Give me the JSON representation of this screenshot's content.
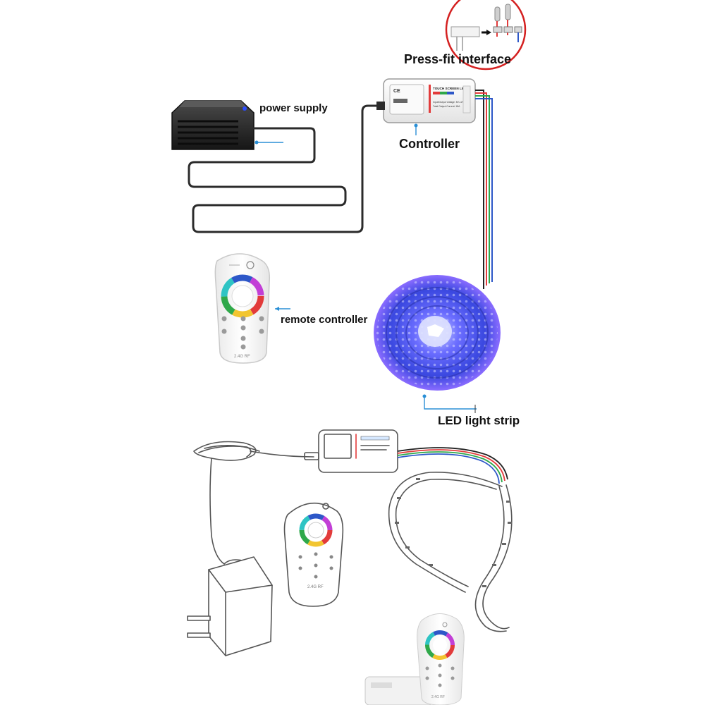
{
  "labels": {
    "press_fit": "Press-fit interface",
    "power_supply": "power supply",
    "controller": "Controller",
    "remote_controller": "remote controller",
    "led_strip": "LED light strip"
  },
  "device_text": {
    "controller_title": "TOUCH SCREEN LED",
    "controller_line1": "Input/Output Voltage: 5V-12V-24V",
    "controller_line2": "Total Output Current: 18A",
    "ce_mark": "CE",
    "remote_brand": "2.4G RF"
  },
  "colors": {
    "pointer": "#2a8fd6",
    "power_led": "#2b4cff",
    "callout_ring": "#d42020",
    "wire_red": "#e23b3b",
    "wire_green": "#2fa84a",
    "wire_blue": "#2d57c8",
    "wire_black": "#222222",
    "strip_glow": "#4f5cff"
  }
}
